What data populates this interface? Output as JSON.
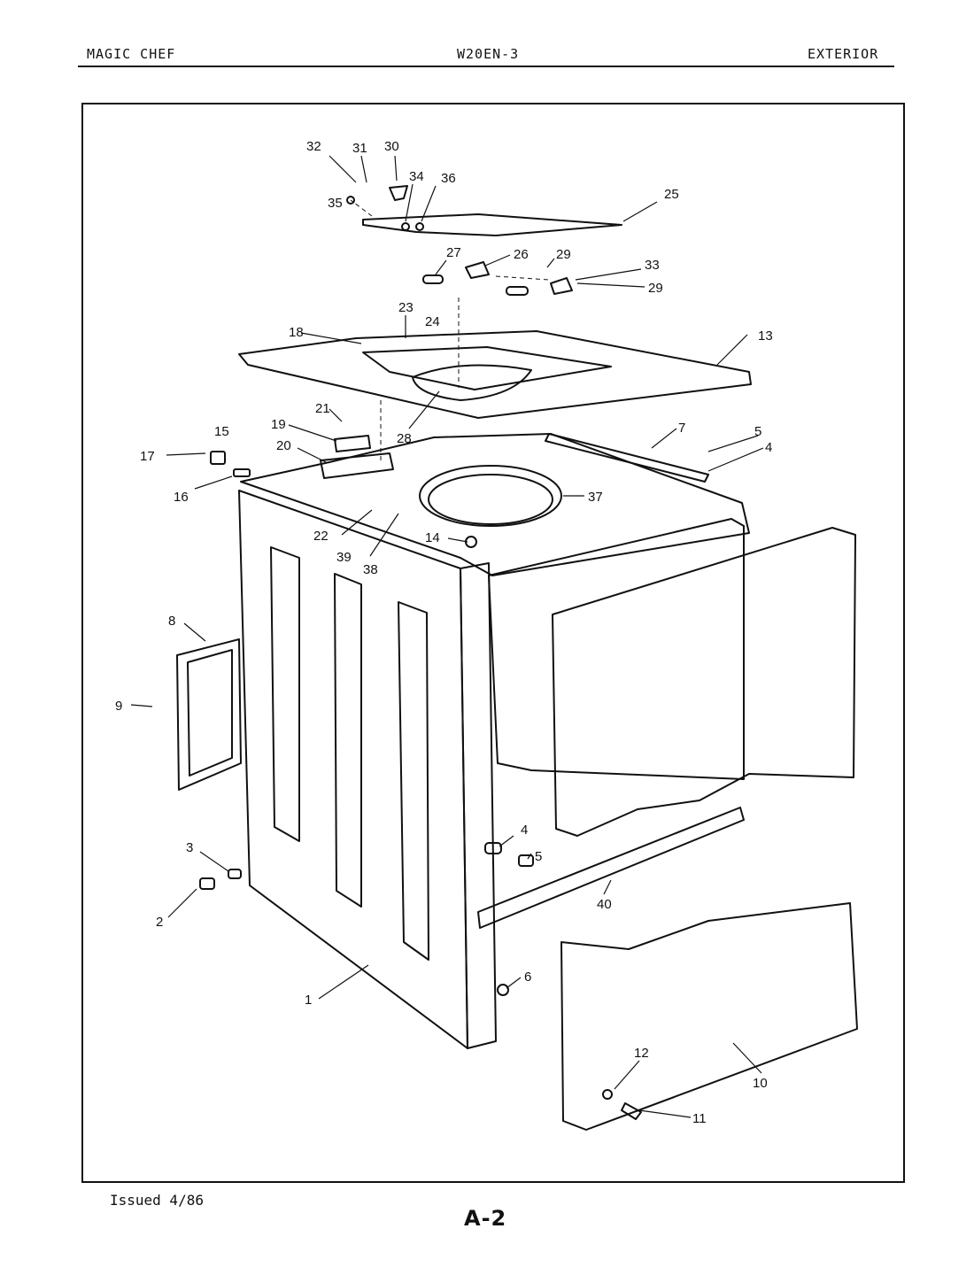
{
  "header": {
    "brand": "MAGIC CHEF",
    "model": "W20EN-3",
    "section": "EXTERIOR"
  },
  "footer": {
    "issued": "Issued 4/86",
    "page": "A-2"
  },
  "diagram": {
    "callouts": [
      "1",
      "2",
      "3",
      "4",
      "5",
      "6",
      "7",
      "8",
      "9",
      "10",
      "11",
      "12",
      "13",
      "14",
      "15",
      "16",
      "17",
      "18",
      "19",
      "20",
      "21",
      "22",
      "23",
      "24",
      "25",
      "26",
      "27",
      "28",
      "29",
      "30",
      "31",
      "32",
      "33",
      "34",
      "35",
      "36",
      "37",
      "38",
      "39",
      "40"
    ]
  }
}
